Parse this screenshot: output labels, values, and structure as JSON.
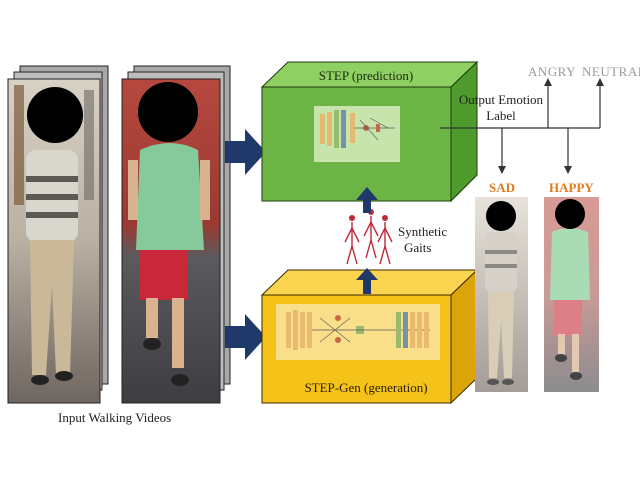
{
  "diagram": {
    "input_caption": "Input Walking Videos",
    "step_prediction_title": "STEP (prediction)",
    "step_gen_title": "STEP-Gen (generation)",
    "synthetic_gaits_line1": "Synthetic",
    "synthetic_gaits_line2": "Gaits",
    "output_label_line1": "Output Emotion",
    "output_label_line2": "Label",
    "emotions": {
      "angry": "ANGRY",
      "neutral": "NEUTRAL",
      "sad": "SAD",
      "happy": "HAPPY"
    },
    "colors": {
      "prediction_box": "#6cb544",
      "generation_box": "#f5c21a",
      "arrow": "#1f3a6a",
      "emotion_output": "#e07b1f",
      "emotion_other": "#9a9a9a"
    }
  }
}
